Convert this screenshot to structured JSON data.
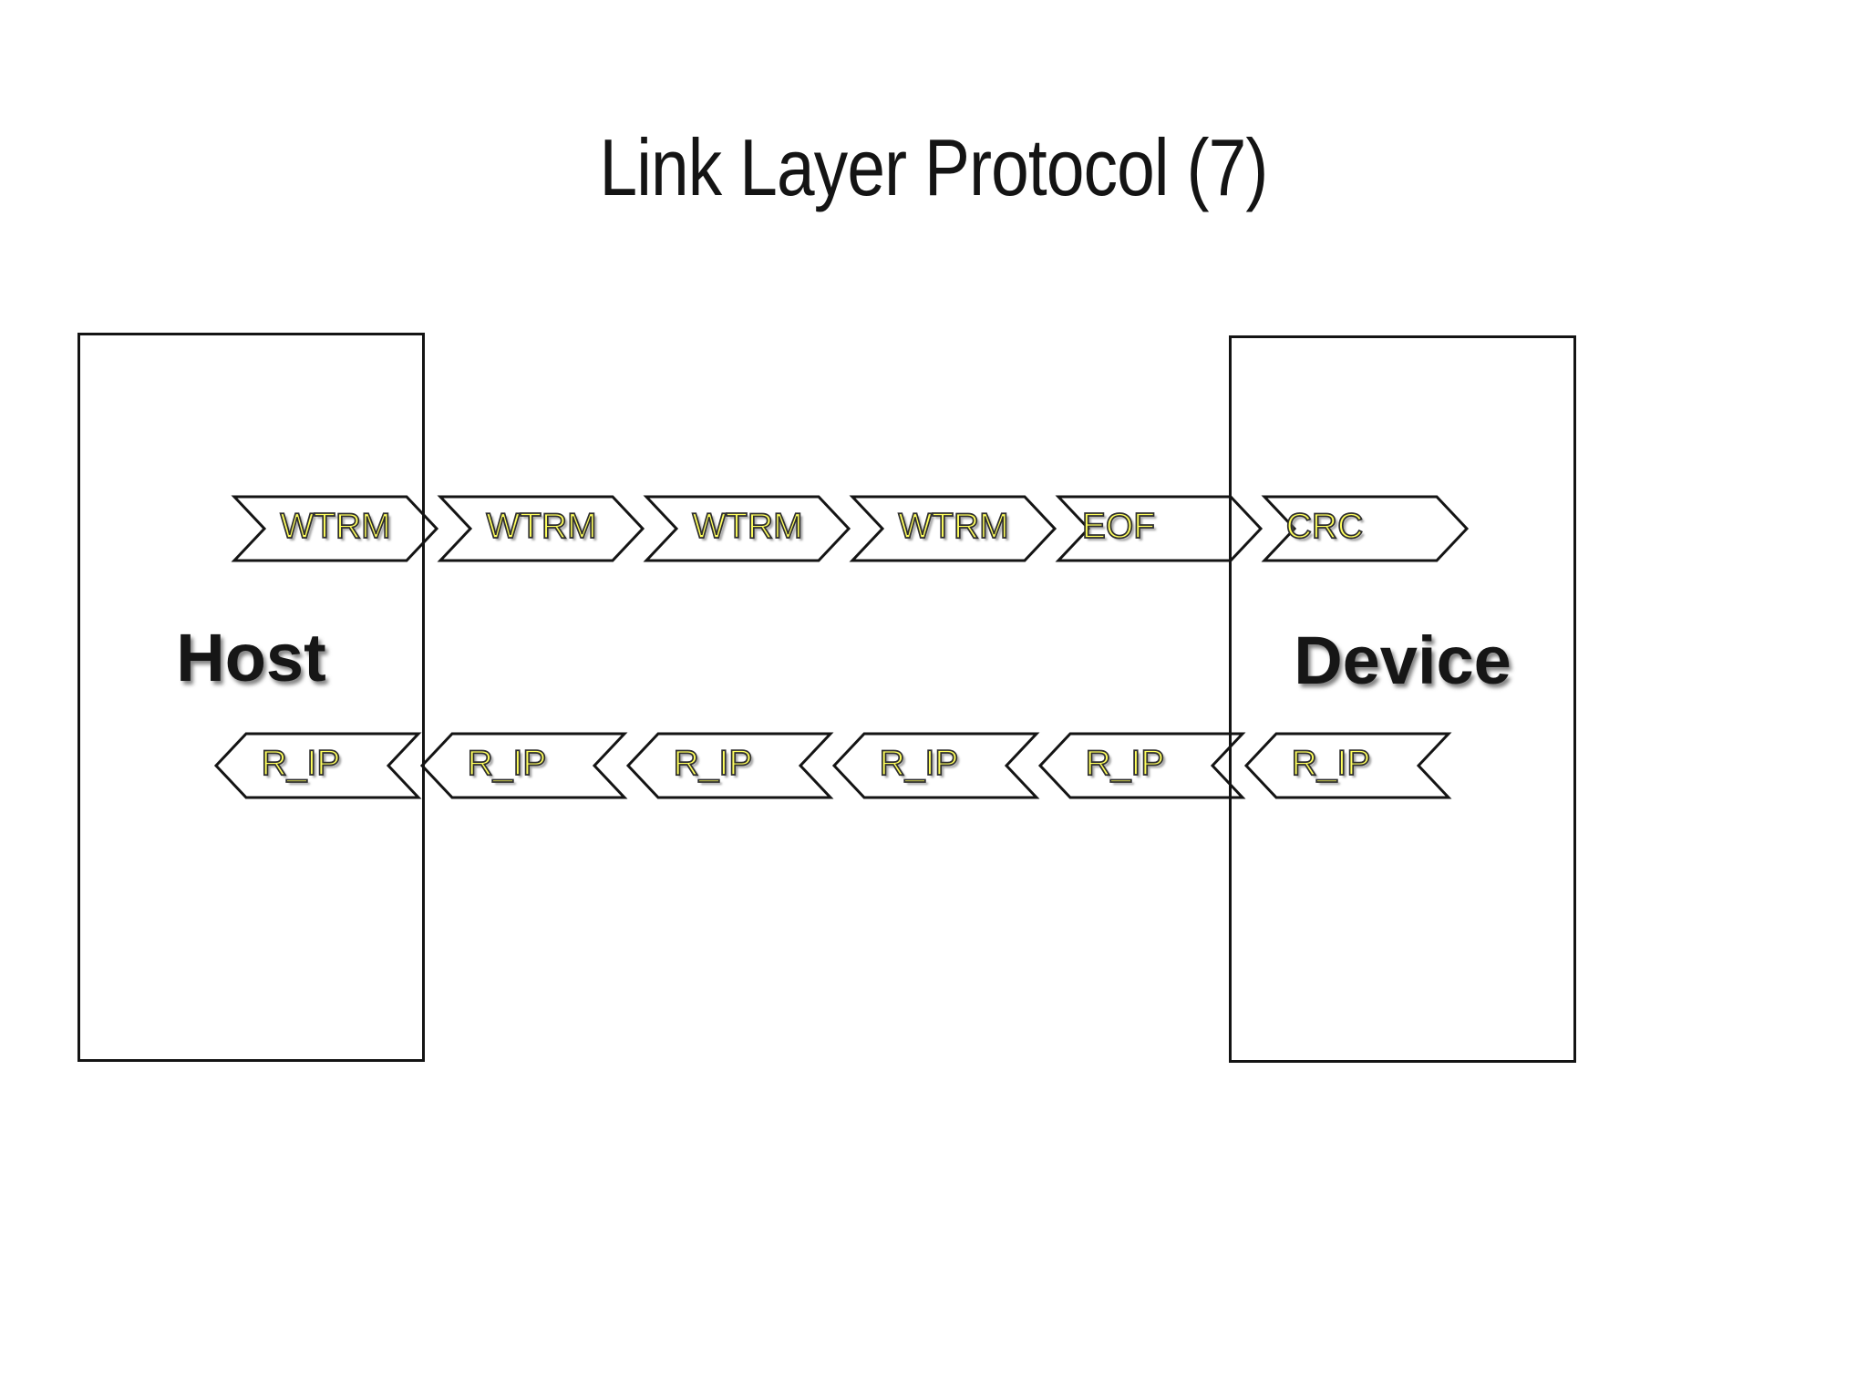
{
  "slide": {
    "title": "Link Layer Protocol (7)"
  },
  "boxes": {
    "host": "Host",
    "device": "Device"
  },
  "frames_to_device": [
    "WTRM",
    "WTRM",
    "WTRM",
    "WTRM",
    "EOF",
    "CRC"
  ],
  "frames_to_host": [
    "R_IP",
    "R_IP",
    "R_IP",
    "R_IP",
    "R_IP",
    "R_IP"
  ],
  "colors": {
    "background": "#ffffff",
    "line": "#141414",
    "frame_label_fill": "#ffff5c",
    "frame_label_outline": "#2e2e2e",
    "box_label_color": "#161616"
  }
}
